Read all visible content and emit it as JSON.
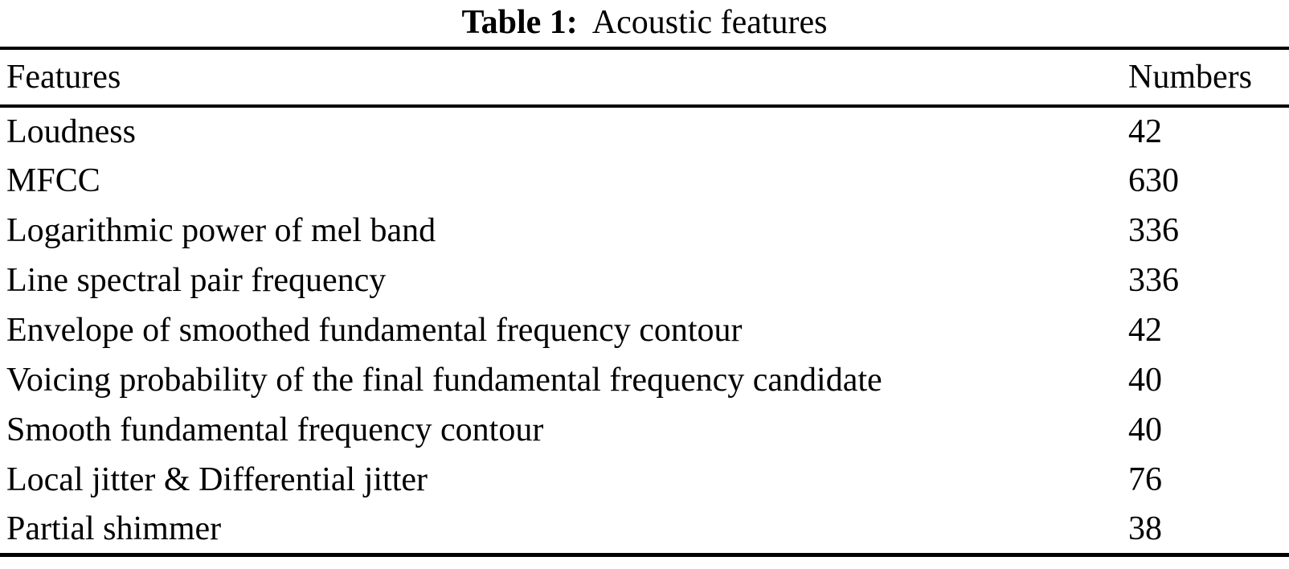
{
  "table": {
    "caption": {
      "label": "Table 1:",
      "title": "Acoustic features"
    },
    "columns": [
      "Features",
      "Numbers"
    ],
    "rows": [
      {
        "feature": "Loudness",
        "number": "42"
      },
      {
        "feature": "MFCC",
        "number": "630"
      },
      {
        "feature": "Logarithmic power of mel band",
        "number": "336"
      },
      {
        "feature": "Line spectral pair frequency",
        "number": "336"
      },
      {
        "feature": "Envelope of smoothed fundamental frequency contour",
        "number": "42"
      },
      {
        "feature": "Voicing probability of the final fundamental frequency candidate",
        "number": "40"
      },
      {
        "feature": "Smooth fundamental frequency contour",
        "number": "40"
      },
      {
        "feature": "Local jitter & Differential jitter",
        "number": "76"
      },
      {
        "feature": "Partial shimmer",
        "number": "38"
      }
    ],
    "colors": {
      "text": "#000000",
      "background": "#ffffff",
      "rule": "#000000"
    }
  }
}
